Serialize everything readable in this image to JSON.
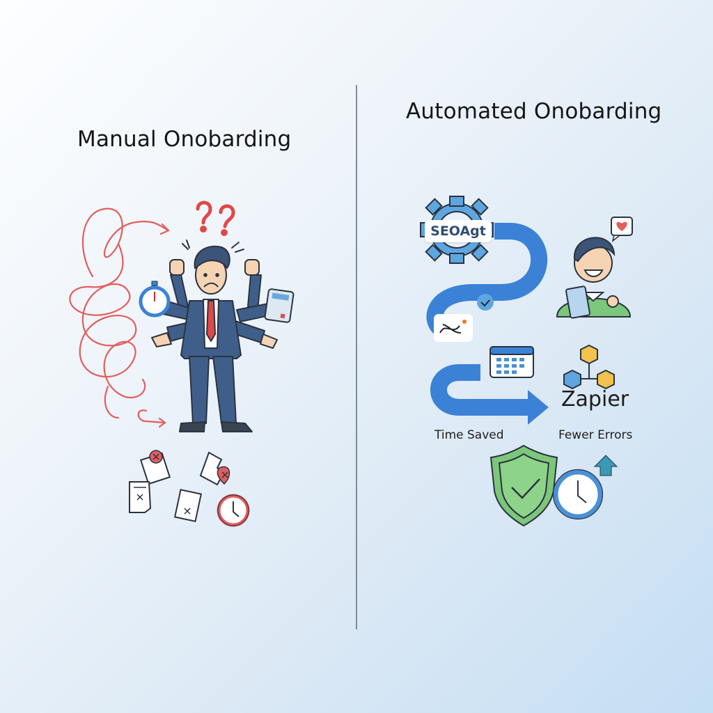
{
  "left_panel": {
    "title": "Manual Onobarding",
    "illustration": "stressed-multitasking-businessman",
    "icons": [
      "tangled-arrow-icon",
      "question-mark-icon",
      "stopwatch-icon",
      "calculator-icon",
      "rejected-document-icon",
      "torn-document-icon",
      "alarm-clock-icon"
    ],
    "accent_color": "#e85a5a"
  },
  "right_panel": {
    "title": "Automated Onobarding",
    "gear_badge": "SEOAgt",
    "zapier_label": "Zapier",
    "labels": {
      "time_saved": "Time Saved",
      "fewer_errors": "Fewer Errors"
    },
    "icons": [
      "gear-icon",
      "check-icon",
      "integration-logo-icon",
      "calendar-icon",
      "connected-cubes-icon",
      "shield-check-icon",
      "clock-icon",
      "up-arrow-icon",
      "heart-bubble-icon"
    ],
    "accent_color": "#3b82d6",
    "success_color": "#7cc77a"
  }
}
